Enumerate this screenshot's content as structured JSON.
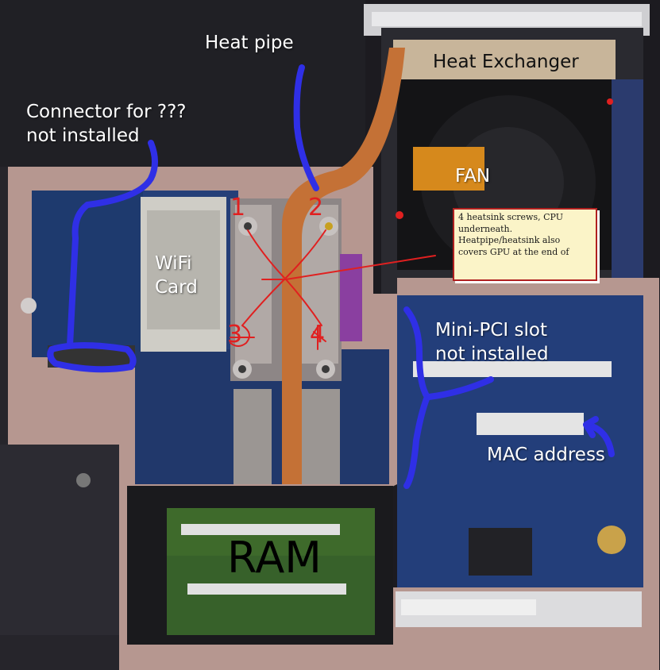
{
  "title": "Laptop motherboard with annotations",
  "labels": {
    "heat_pipe": "Heat pipe",
    "heat_exchanger": "Heat Exchanger",
    "connector_line1": "Connector for ???",
    "connector_line2": "not installed",
    "fan": "FAN",
    "wifi_line1": "WiFi",
    "wifi_line2": "Card",
    "minipci_line1": "Mini-PCI slot",
    "minipci_line2": "not installed",
    "mac": "MAC address",
    "ram": "RAM",
    "screw_1": "1",
    "screw_2": "2",
    "screw_3": "3",
    "screw_4": "4"
  },
  "note": {
    "line1": "4 heatsink screws, CPU",
    "line2": "underneath.",
    "line3": "Heatpipe/heatsink also",
    "line4": "covers GPU at the end of"
  },
  "colors": {
    "annotation_blue": "#2f2fe6",
    "annotation_red": "#e02020",
    "copper": "#c8743a",
    "board_blue": "#1d3a78",
    "chassis": "#b89a93"
  }
}
